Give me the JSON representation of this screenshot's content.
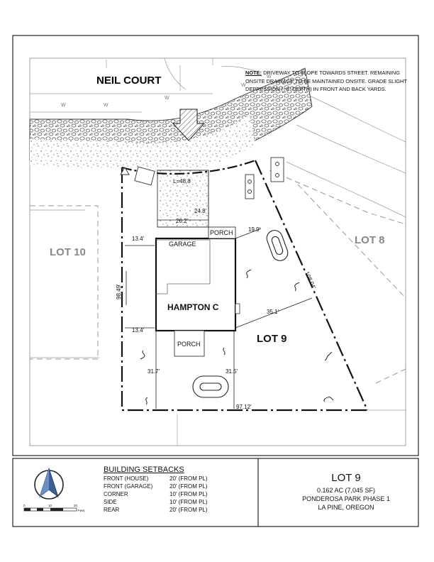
{
  "plan": {
    "street_name": "NEIL COURT",
    "note_label": "NOTE:",
    "note_text": "DRIVEWAY TO SLOPE TOWARDS STREET. REMAINING ONSITE DRAINAGE TO BE MAINTAINED ONSITE. GRADE SLIGHT DEPRESSION (~8\" DEPTH) IN FRONT AND BACK YARDS.",
    "lot_left": "LOT 10",
    "lot_right": "LOT 8",
    "lot_this": "LOT 9",
    "house_name": "HAMPTON C",
    "garage_label": "GARAGE",
    "porch_front": "PORCH",
    "porch_rear": "PORCH",
    "water_mark": "W",
    "dims": {
      "arc_length": "L=48.8",
      "driveway_depth": "24.8'",
      "driveway_width": "20.2'",
      "setback_left_top": "13.4'",
      "setback_left_bottom": "13.4'",
      "side_right_top": "19.9'",
      "side_right_mid": "35.1'",
      "rear_left": "31.7'",
      "rear_right": "31.5'",
      "lot_left_edge": "98.49'",
      "lot_right_edge": "108.04'",
      "lot_rear_edge": "97.12'"
    }
  },
  "title_block": {
    "setbacks_heading": "BUILDING SETBACKS",
    "setbacks": [
      {
        "item": "FRONT (HOUSE)",
        "value": "20' (FROM PL)"
      },
      {
        "item": "FRONT (GARAGE)",
        "value": "20' (FROM PL)"
      },
      {
        "item": "CORNER",
        "value": "10' (FROM PL)"
      },
      {
        "item": "SIDE",
        "value": "10' (FROM PL)"
      },
      {
        "item": "REAR",
        "value": "20' (FROM PL)"
      }
    ],
    "scale_ticks": [
      "0",
      "10",
      "20"
    ],
    "scale_unit": "Feet",
    "lot_title": "LOT 9",
    "lot_area": "0.162 AC (7,045  SF)",
    "subdivision": "PONDEROSA PARK PHASE 1",
    "location": "LA PINE, OREGON"
  }
}
